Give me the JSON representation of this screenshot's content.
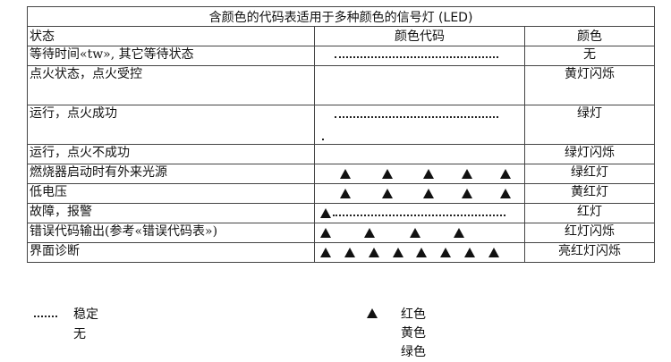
{
  "table": {
    "title": "含颜色的代码表适用于多种颜色的信号灯 (LED)",
    "headers": {
      "state": "状态",
      "code": "颜色代码",
      "color": "颜色"
    },
    "rows": [
      {
        "state": "等待时间«tw», 其它等待状态",
        "code": "dotted",
        "color": "无"
      },
      {
        "state": "点火状态，点火受控",
        "code": "empty",
        "color": "黄灯闪烁"
      },
      {
        "state": "运行，点火成功",
        "code": "dotted-dot",
        "color": "绿灯"
      },
      {
        "state": "运行，点火不成功",
        "code": "empty",
        "color": "绿灯闪烁"
      },
      {
        "state": "燃烧器启动时有外来光源",
        "code": "tri5",
        "color": "绿红灯"
      },
      {
        "state": "低电压",
        "code": "tri5",
        "color": "黄红灯"
      },
      {
        "state": "故障，报警",
        "code": "tri-dotted",
        "color": "红灯"
      },
      {
        "state": "错误代码输出(参考«错误代码表»)",
        "code": "tri4",
        "color": "红灯闪烁"
      },
      {
        "state": "界面诊断",
        "code": "tri8",
        "color": "亮红灯闪烁"
      }
    ]
  },
  "legend": {
    "steady": "稳定",
    "none": "无",
    "red": "红色",
    "yellow": "黄色",
    "green": "绿色"
  }
}
